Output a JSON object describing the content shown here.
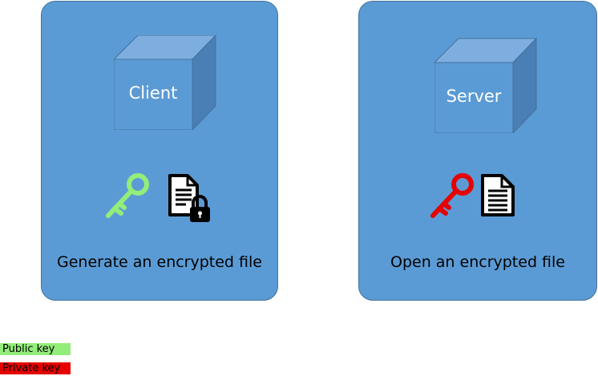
{
  "client": {
    "label": "Client",
    "caption": "Generate an encrypted file"
  },
  "server": {
    "label": "Server",
    "caption": "Open an encrypted file"
  },
  "legend": {
    "public_key": "Public key",
    "private_key": "Private key"
  },
  "colors": {
    "panel": "#5b9bd5",
    "public_key": "#92ed7a",
    "private_key": "#e60000"
  },
  "icons": {
    "client_key": "key-icon",
    "client_doc": "locked-document-icon",
    "server_key": "key-icon",
    "server_doc": "document-icon"
  }
}
